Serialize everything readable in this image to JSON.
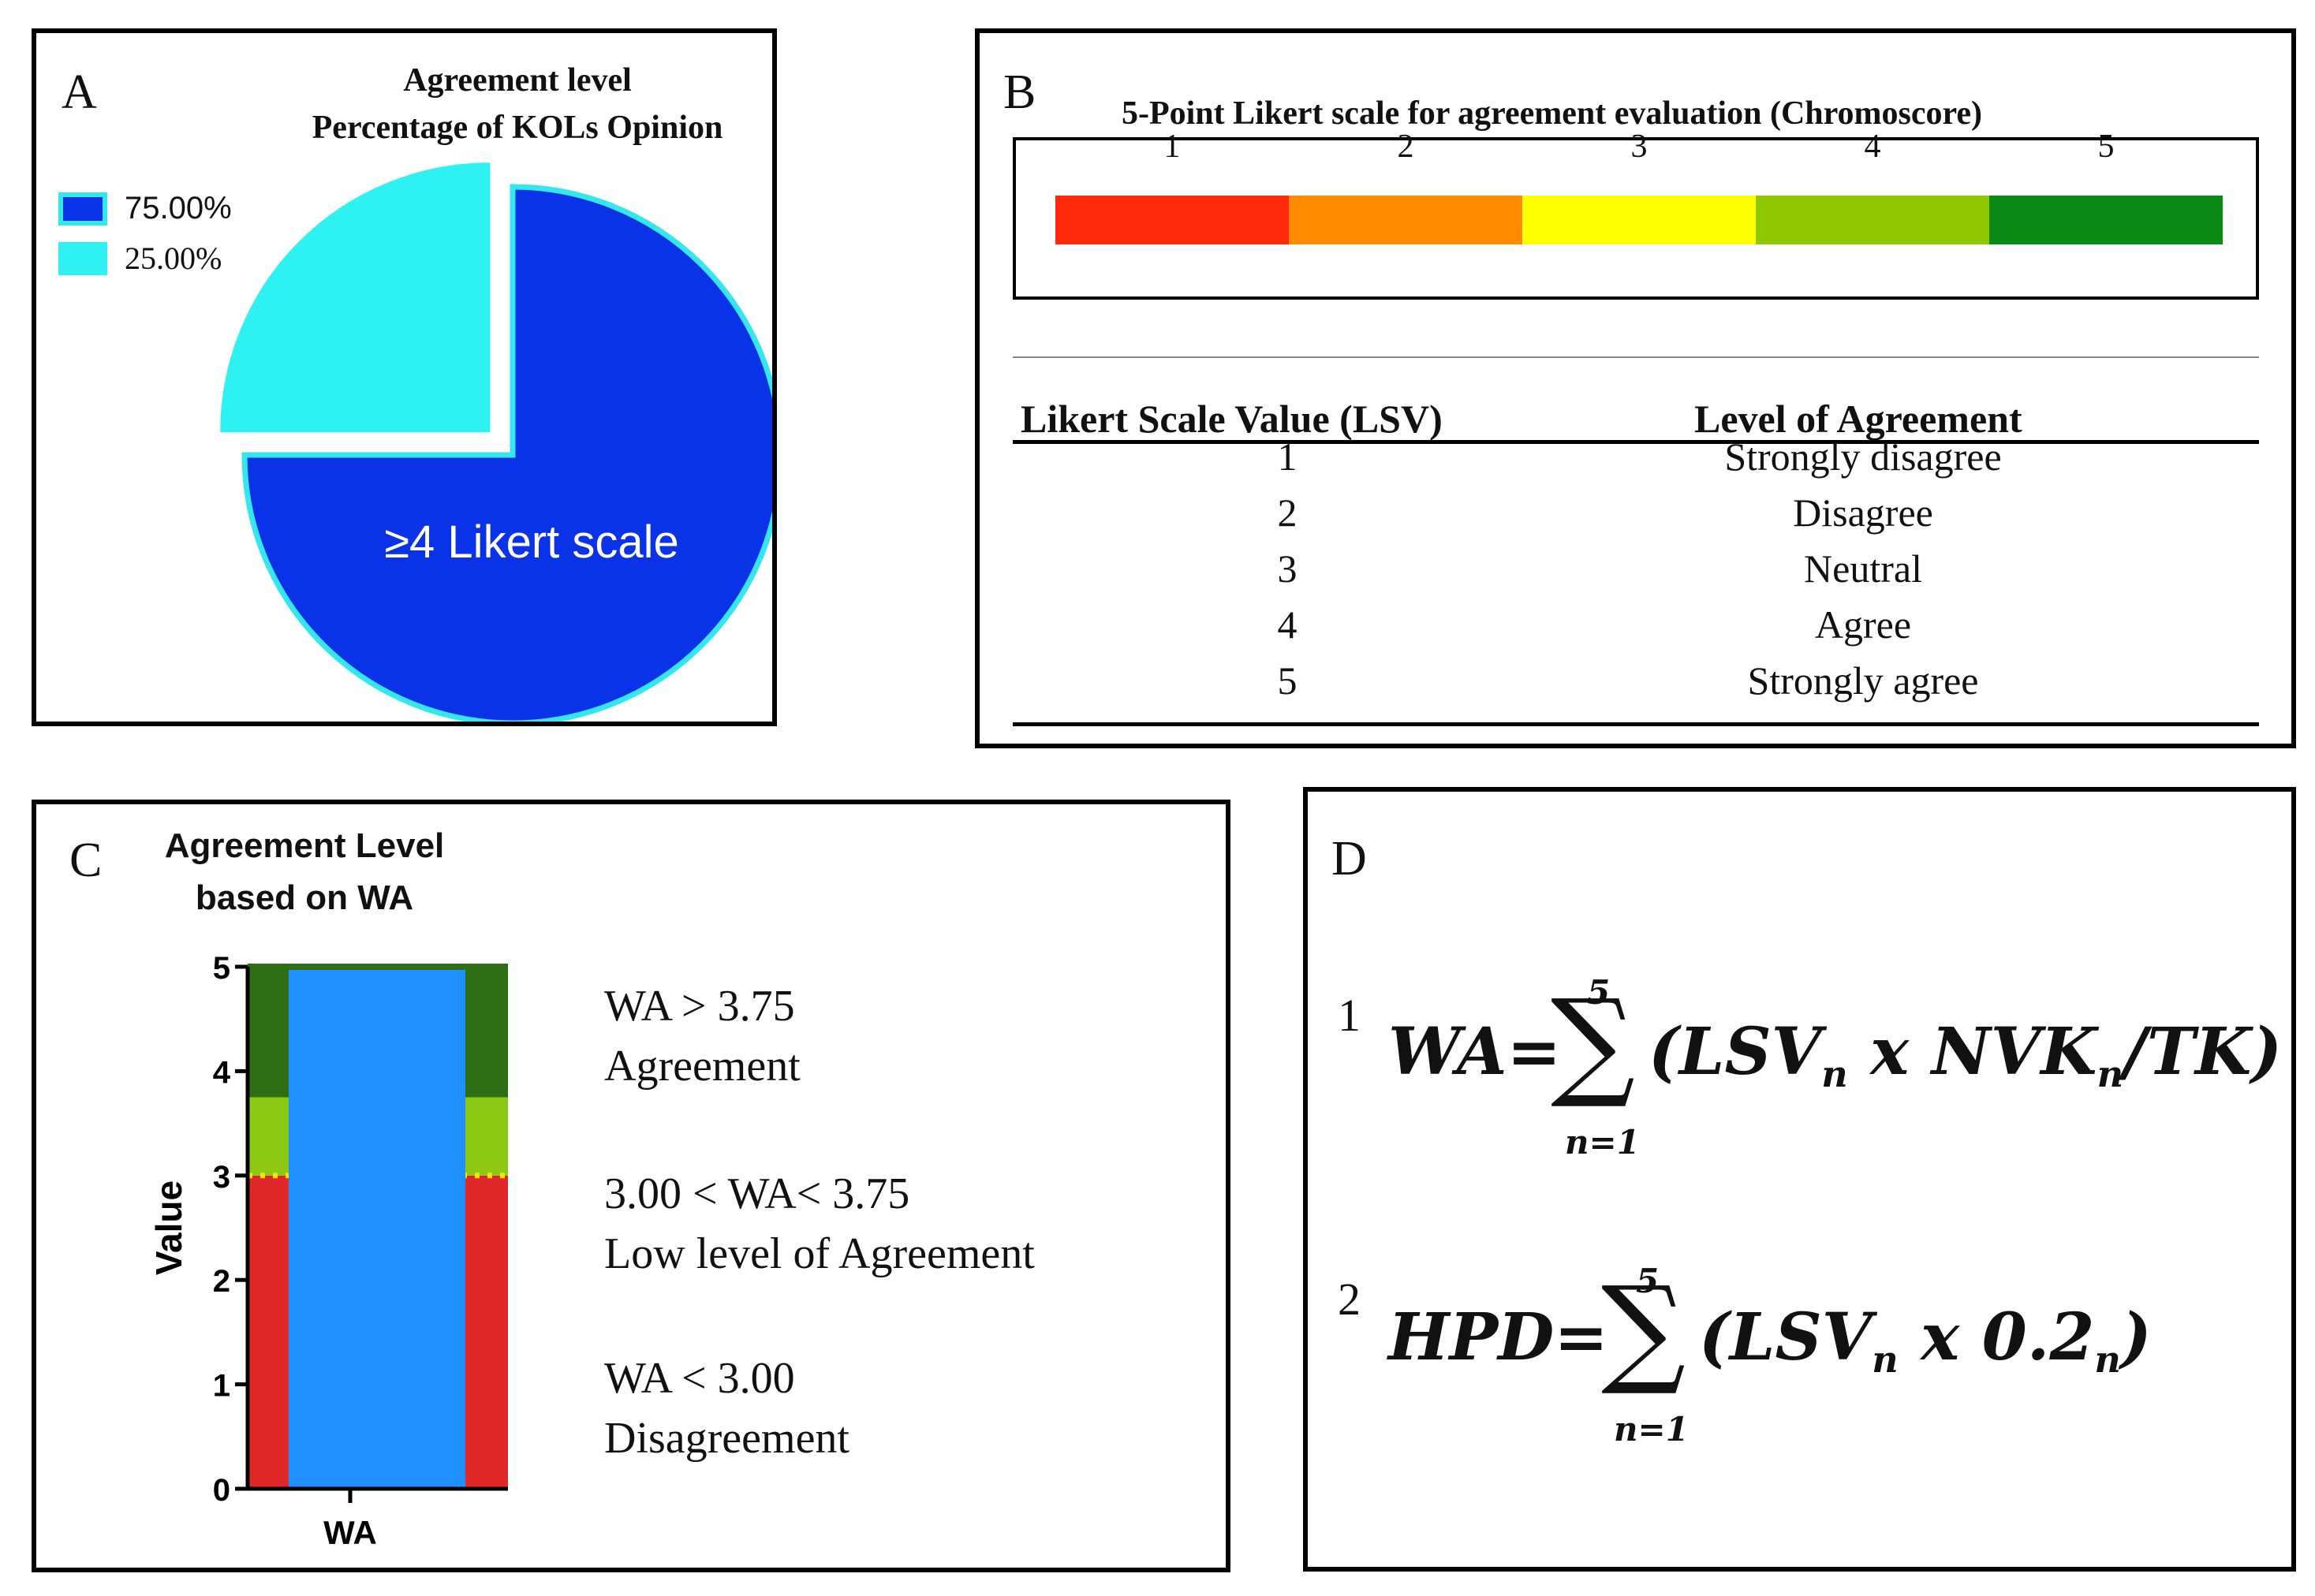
{
  "panel_a": {
    "label": "A",
    "title_line1": "Agreement  level",
    "title_line2": "Percentage of KOLs Opinion",
    "legend": [
      {
        "text": "75.00%",
        "color": "#0a32e6",
        "border": "#33e6f0"
      },
      {
        "text": "25.00%",
        "color": "#2ef2f2",
        "border": "#2ef2f2"
      }
    ],
    "slice_label": "≥4 Likert scale"
  },
  "panel_b": {
    "label": "B",
    "scale_title": "5-Point Likert scale for agreement evaluation (Chromoscore)",
    "scale_numbers": [
      "1",
      "2",
      "3",
      "4",
      "5"
    ],
    "scale_colors": [
      "#ff2a0a",
      "#ff8c00",
      "#ffff00",
      "#8fc800",
      "#0a8a14"
    ],
    "table_headers": {
      "lsv": "Likert Scale Value (LSV)",
      "level": "Level of Agreement"
    },
    "table_rows": [
      {
        "lsv": "1",
        "level": "Strongly disagree"
      },
      {
        "lsv": "2",
        "level": "Disagree"
      },
      {
        "lsv": "3",
        "level": "Neutral"
      },
      {
        "lsv": "4",
        "level": "Agree"
      },
      {
        "lsv": "5",
        "level": "Strongly agree"
      }
    ]
  },
  "panel_c": {
    "label": "C",
    "threshold_texts": [
      {
        "line1": "WA > 3.75",
        "line2": "Agreement"
      },
      {
        "line1": "3.00 <  WA< 3.75",
        "line2": "Low level of Agreement"
      },
      {
        "line1": "WA < 3.00",
        "line2": "Disagreement"
      }
    ]
  },
  "panel_d": {
    "label": "D",
    "eq1_number": "1",
    "eq1_lhs": "WA=",
    "eq1_upper": "5",
    "eq1_lower": "n=1",
    "eq1_body_a": "(LSV",
    "eq1_sub_a": "n",
    "eq1_body_b": " x  NVK",
    "eq1_sub_b": "n",
    "eq1_body_c": "/TK)",
    "eq2_number": "2",
    "eq2_lhs": "HPD=",
    "eq2_upper": "5",
    "eq2_lower": "n=1",
    "eq2_body_a": "(LSV",
    "eq2_sub_a": "n",
    "eq2_body_b": " x  0.2",
    "eq2_sub_b": "n",
    "eq2_body_c": ")"
  },
  "chart_data": [
    {
      "type": "pie",
      "title": "Agreement  level Percentage of KOLs Opinion",
      "categories": [
        "75.00%",
        "25.00%"
      ],
      "values": [
        75.0,
        25.0
      ],
      "colors": [
        "#0a32e6",
        "#2ef2f2"
      ],
      "annotations": [
        "≥4 Likert scale"
      ],
      "legend": "top-left"
    },
    {
      "type": "bar",
      "title": "Agreement Level based on WA",
      "categories": [
        "WA"
      ],
      "values": [
        5
      ],
      "ylabel": "Value",
      "xlabel": "",
      "ylim": [
        0,
        5
      ],
      "yticks": [
        "0",
        "1",
        "2",
        "3",
        "4",
        "5"
      ],
      "bands": [
        {
          "from": 0,
          "to": 3.0,
          "color": "#e02828"
        },
        {
          "from": 3.0,
          "to": 3.75,
          "color": "#8cc814"
        },
        {
          "from": 3.75,
          "to": 5,
          "color": "#2e6e14"
        }
      ],
      "bar_color": "#1e90ff"
    }
  ]
}
